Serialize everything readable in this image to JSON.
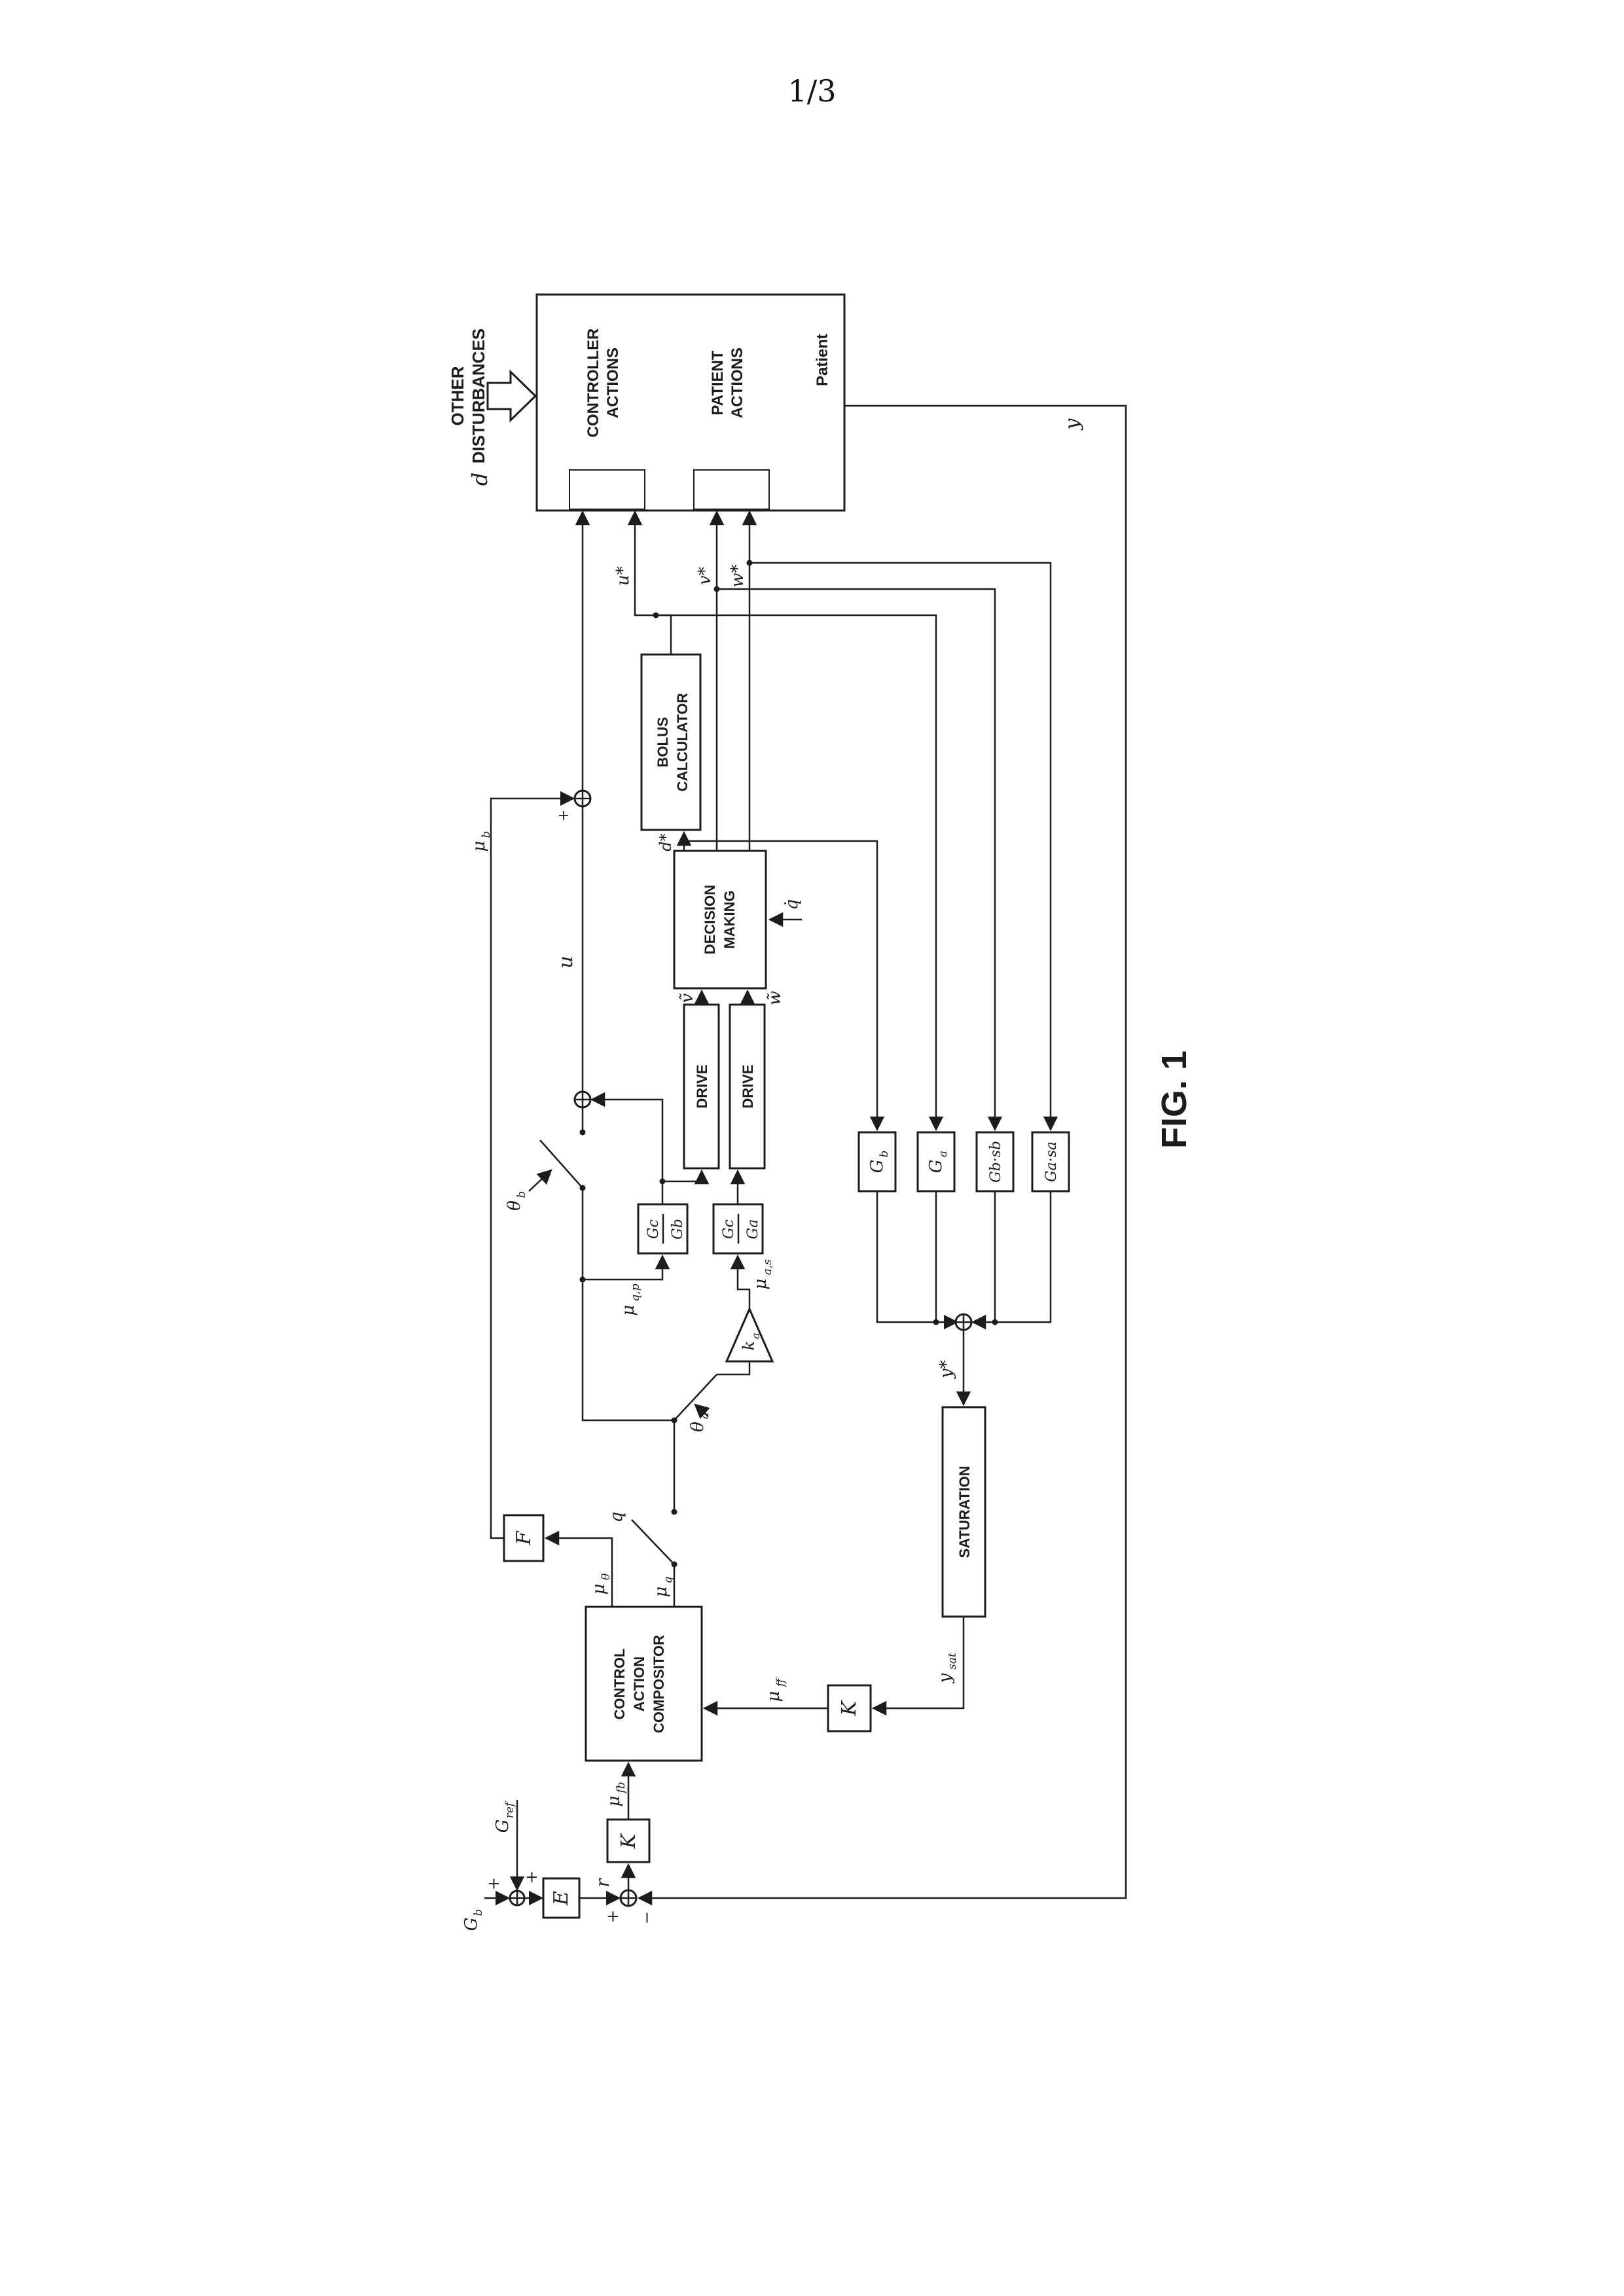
{
  "page": {
    "sheet": "1/3",
    "figure_caption": "FIG. 1"
  },
  "disturbance": {
    "line1": "OTHER",
    "line2": "DISTURBANCES",
    "signal": "d"
  },
  "patient_system": {
    "title": "Patient",
    "controller_actions": [
      "CONTROLLER",
      "ACTIONS"
    ],
    "patient_actions": [
      "PATIENT",
      "ACTIONS"
    ]
  },
  "blocks": {
    "bolus_calculator": [
      "BOLUS",
      "CALCULATOR"
    ],
    "decision_making": [
      "DECISION",
      "MAKING"
    ],
    "drive": "DRIVE",
    "saturation": "SATURATION",
    "compositor": [
      "CONTROL",
      "ACTION",
      "COMPOSITOR"
    ],
    "k_gain": "K",
    "e_block": "E",
    "f_block": "F",
    "frac_top": {
      "num": "Gc",
      "den": "Gb"
    },
    "frac_bottom": {
      "num": "Gc",
      "den": "Ga"
    },
    "g1": {
      "main": "G",
      "sub": "b"
    },
    "g2": {
      "main": "G",
      "sub": "a"
    },
    "g3": "Gb·sb",
    "g4": "Ga·sa"
  },
  "signals": {
    "u": "u",
    "r": "r",
    "y": "y",
    "q": "q",
    "q_dot": "q̇",
    "u_star": "u*",
    "v_star": "v*",
    "w_star": "w*",
    "d_star": "d*",
    "y_star": "y*",
    "v_tilde": "ṽ",
    "w_tilde": "w̃",
    "mu": "μ",
    "theta": "θ",
    "k": "k",
    "G": "G",
    "y_base": "y",
    "sub_b": "b",
    "sub_a": "a",
    "sub_q": "q",
    "sub_qp": "q,p",
    "sub_as": "a,s",
    "sub_ff": "ff",
    "sub_fb": "fb",
    "sub_sat": "sat",
    "sub_ref": "ref",
    "sub_theta": "θ"
  },
  "signs": {
    "plus": "+",
    "minus": "−"
  }
}
